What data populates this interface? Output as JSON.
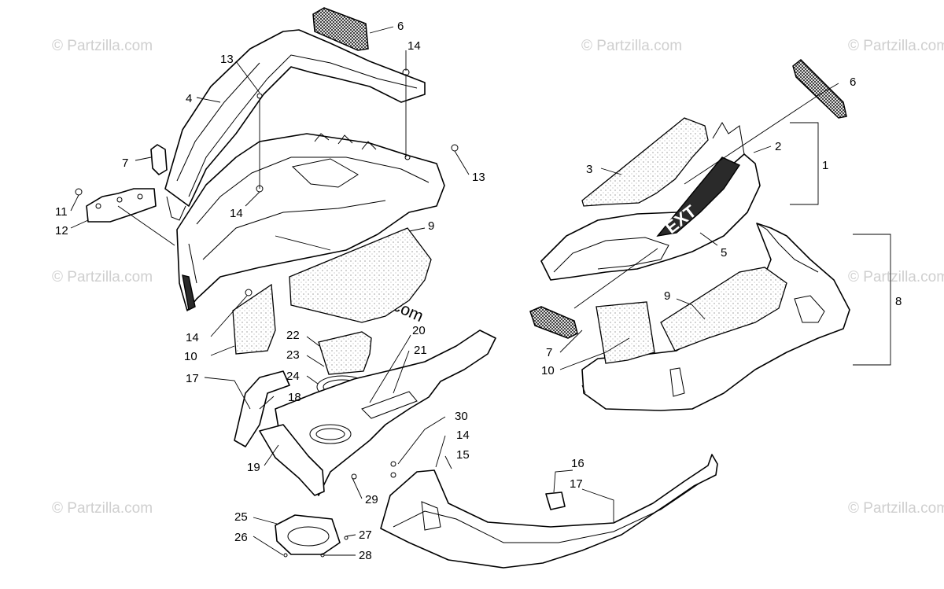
{
  "watermark": {
    "text": "© Partzilla.com",
    "center_text": "© Partzilla.com"
  },
  "callouts": [
    "1",
    "2",
    "3",
    "4",
    "5",
    "6",
    "7",
    "8",
    "9",
    "10",
    "11",
    "12",
    "13",
    "14",
    "15",
    "16",
    "17",
    "18",
    "19",
    "20",
    "21",
    "22",
    "23",
    "24",
    "25",
    "26",
    "27",
    "28",
    "29",
    "30"
  ],
  "logo": {
    "text": "EXT"
  }
}
